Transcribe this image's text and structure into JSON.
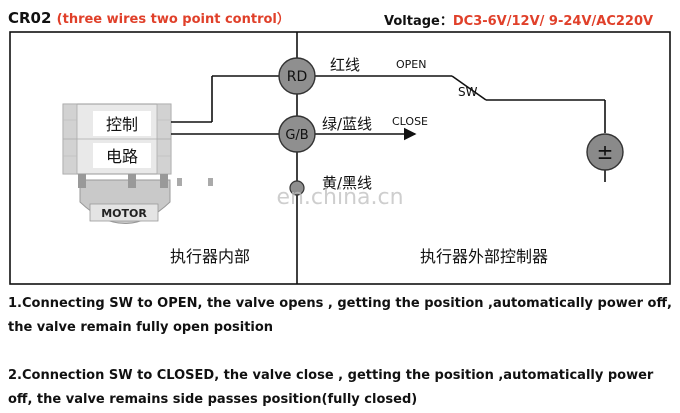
{
  "header": {
    "model": "CR02",
    "subtitle": "(three wires two point control）",
    "voltage_label": "Voltage：",
    "voltage_value": "DC3-6V/12V/ 9-24V/AC220V"
  },
  "diagram": {
    "terminal_rd": "RD",
    "terminal_gb": "G/B",
    "wire_red": "红线",
    "wire_green_blue": "绿/蓝线",
    "wire_yellow_black": "黄/黑线",
    "open_label": "OPEN",
    "close_label": "CLOSE",
    "sw_label": "SW",
    "power_symbol": "±",
    "control_line1": "控制",
    "control_line2": "电路",
    "motor_label": "MOTOR",
    "inside_label": "执行器内部",
    "outside_label": "执行器外部控制器",
    "watermark": "en.china.cn"
  },
  "notes": [
    "1.Connecting SW to OPEN, the valve opens , getting the position ,automatically power off, the valve remain fully open position",
    "2.Connection SW to CLOSED, the valve close , getting the position ,automatically power off, the valve remains side passes position(fully closed)"
  ]
}
